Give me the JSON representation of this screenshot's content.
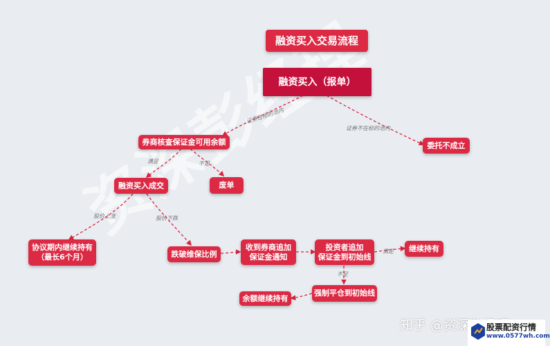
{
  "title": "融资买入交易流程",
  "nodes": {
    "root": "融资买入（报单）",
    "check_margin": "券商核查保证金可用余额",
    "order_failed": "委托不成立",
    "buy_filled": "融资买入成交",
    "cancelled": "废单",
    "hold_in_term": "协议期内继续持有\n（最长6个月）",
    "breach_ratio": "跌破维保比例",
    "margin_call": "收到券商追加\n保证金通知",
    "investor_topup": "投资者追加\n保证金到初始线",
    "continue_hold": "继续持有",
    "forced_close": "强制平仓到初始线",
    "remaining_hold": "余额继续持有"
  },
  "edge_labels": {
    "in_list": "证券在标的池内",
    "not_in_list": "证券不在标的池内",
    "satisfied": "满足",
    "not_satisfied": "不足",
    "price_up": "股价上涨",
    "price_down": "股价下跌",
    "satisfied_2": "满足",
    "insufficient": "不足"
  },
  "watermark": "资深彭经理",
  "zhihu_mark": "知乎 @资深彭经理",
  "site_badge": {
    "name": "股票配资行情",
    "url": "www.0577wh.com"
  },
  "colors": {
    "node": "#dc2a45",
    "root": "#c4113c",
    "edge": "#d8243f",
    "background": "#e9edf1"
  }
}
